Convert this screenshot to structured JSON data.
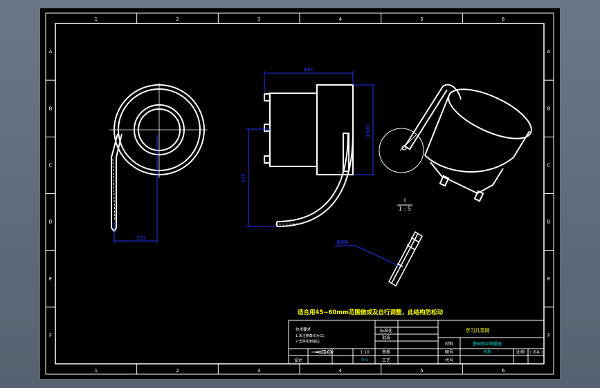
{
  "colors": {
    "background": "#000000",
    "viewport": "#5e6a78",
    "line": "#ffffff",
    "dimension": "#2233ff",
    "title_text": "#ffff00",
    "cyan_text": "#00d0d0"
  },
  "border": {
    "columns_top": [
      "1",
      "2",
      "3",
      "4",
      "5",
      "6"
    ],
    "columns_bottom": [
      "1",
      "2",
      "3",
      "4",
      "5",
      "6"
    ],
    "rows_left": [
      "A",
      "B",
      "C",
      "D",
      "E",
      "F"
    ],
    "rows_right": [
      "A",
      "B",
      "C",
      "D",
      "E",
      "F"
    ]
  },
  "dimensions": {
    "front_width": "203",
    "top_width": "Φ90",
    "diameter": "Φ580",
    "height": "545"
  },
  "section_marker": {
    "label": "I",
    "scale": "1 : 5"
  },
  "leader_note": "覆铜板",
  "note_line": "适合用45~60mm范围做成及自行调整，此结构防松动",
  "title_block": {
    "company": "学习共享网",
    "drawing_name": "基础钢丝绳量器",
    "material_label": "材料",
    "scale_label": "比例",
    "scale_value": "1:10",
    "sheet_info": "1 页共 1",
    "weight_value": "0.5",
    "standard_text": "标准化",
    "approve_text": "批准",
    "design_text": "设计",
    "check_text": "审核",
    "process_text": "工艺",
    "drawing_no_label": "图号",
    "name_label": "名称",
    "code_label": "代号"
  },
  "tech_req": {
    "heading": "技术要求",
    "items": [
      "1.未注倒角均为C1",
      "2.去除毛刺锐边"
    ]
  }
}
